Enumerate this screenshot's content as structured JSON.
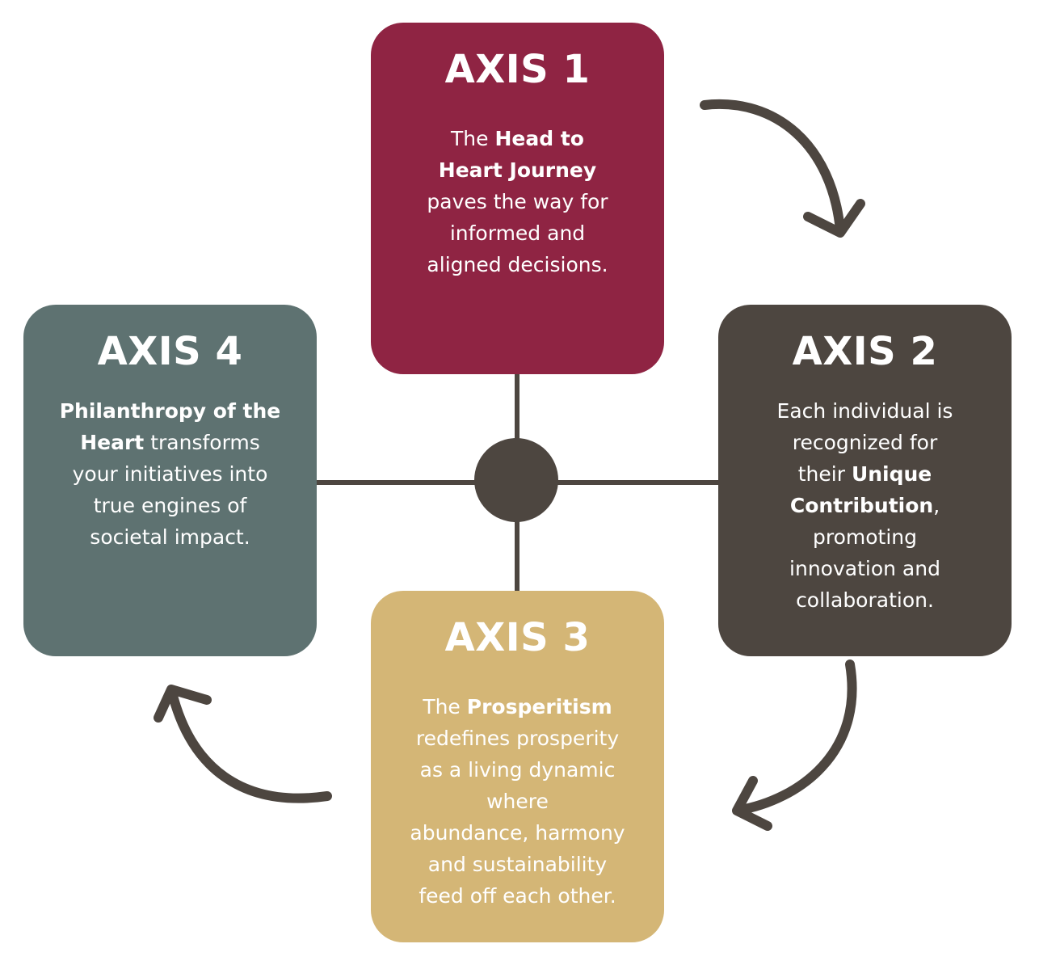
{
  "colors": {
    "axis1": "#8f2443",
    "axis2": "#4d4640",
    "axis3": "#d4b676",
    "axis4": "#5e7271",
    "connector": "#4d4640"
  },
  "axes": [
    {
      "title": "AXIS 1",
      "lines": [
        [
          {
            "t": "The ",
            "b": false
          },
          {
            "t": "Head to",
            "b": true
          }
        ],
        [
          {
            "t": "Heart Journey",
            "b": true
          }
        ],
        [
          {
            "t": "paves the way for",
            "b": false
          }
        ],
        [
          {
            "t": "informed and",
            "b": false
          }
        ],
        [
          {
            "t": "aligned decisions.",
            "b": false
          }
        ]
      ]
    },
    {
      "title": "AXIS 2",
      "lines": [
        [
          {
            "t": "Each individual is",
            "b": false
          }
        ],
        [
          {
            "t": "recognized for",
            "b": false
          }
        ],
        [
          {
            "t": "their ",
            "b": false
          },
          {
            "t": "Unique",
            "b": true
          }
        ],
        [
          {
            "t": "Contribution",
            "b": true
          },
          {
            "t": ",",
            "b": false
          }
        ],
        [
          {
            "t": "promoting",
            "b": false
          }
        ],
        [
          {
            "t": "innovation and",
            "b": false
          }
        ],
        [
          {
            "t": "collaboration.",
            "b": false
          }
        ]
      ]
    },
    {
      "title": "AXIS 3",
      "lines": [
        [
          {
            "t": "The ",
            "b": false
          },
          {
            "t": "Prosperitism",
            "b": true
          }
        ],
        [
          {
            "t": "redefines prosperity",
            "b": false
          }
        ],
        [
          {
            "t": "as a living dynamic",
            "b": false
          }
        ],
        [
          {
            "t": "where",
            "b": false
          }
        ],
        [
          {
            "t": "abundance, harmony",
            "b": false
          }
        ],
        [
          {
            "t": "and sustainability",
            "b": false
          }
        ],
        [
          {
            "t": "feed off each other.",
            "b": false
          }
        ]
      ]
    },
    {
      "title": "AXIS 4",
      "lines": [
        [
          {
            "t": "Philanthropy of the",
            "b": true
          }
        ],
        [
          {
            "t": "Heart",
            "b": true
          },
          {
            "t": " transforms",
            "b": false
          }
        ],
        [
          {
            "t": "your initiatives into",
            "b": false
          }
        ],
        [
          {
            "t": "true engines of",
            "b": false
          }
        ],
        [
          {
            "t": "societal impact.",
            "b": false
          }
        ]
      ]
    }
  ]
}
